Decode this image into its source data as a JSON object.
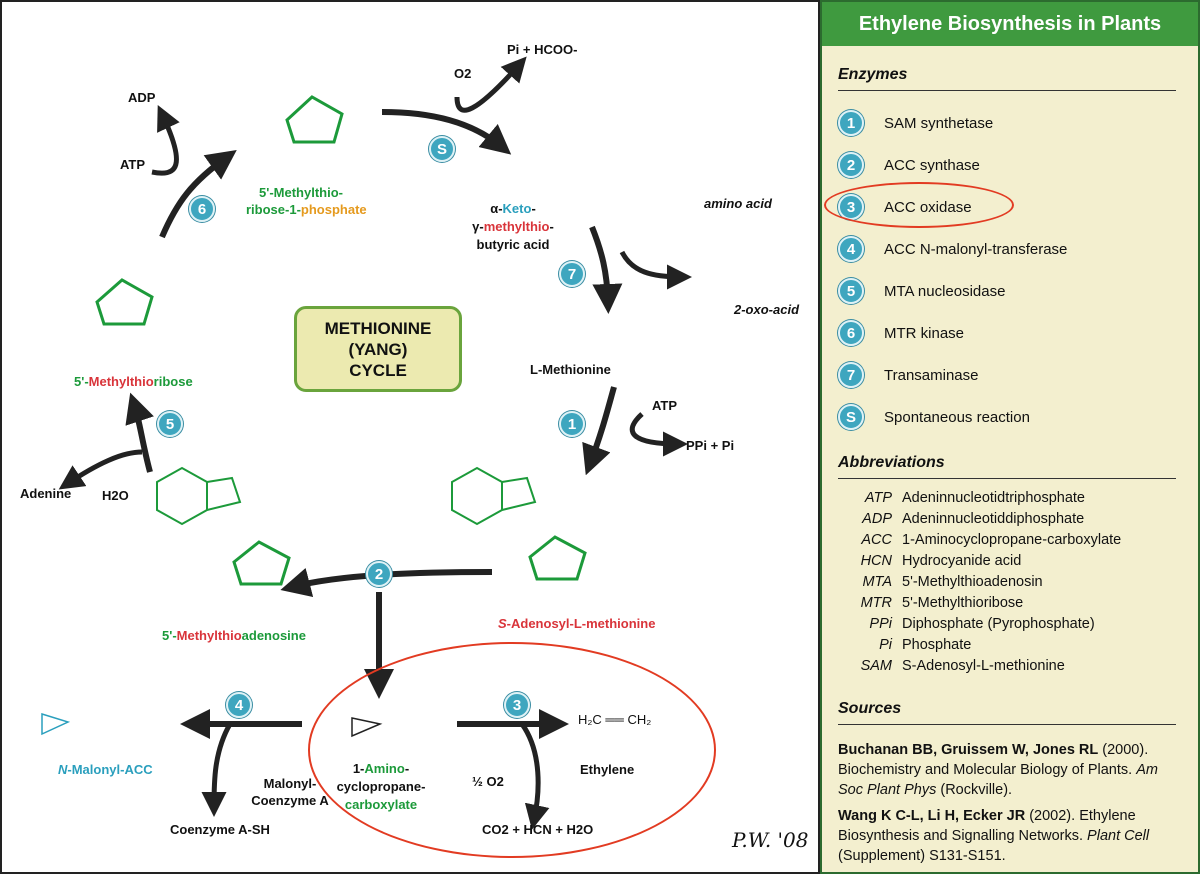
{
  "sidebar": {
    "title": "Ethylene Biosynthesis in Plants",
    "enzymes_heading": "Enzymes",
    "enzymes": [
      {
        "num": "1",
        "name": "SAM synthetase"
      },
      {
        "num": "2",
        "name": "ACC synthase"
      },
      {
        "num": "3",
        "name": "ACC oxidase"
      },
      {
        "num": "4",
        "name": "ACC N-malonyl-transferase"
      },
      {
        "num": "5",
        "name": "MTA nucleosidase"
      },
      {
        "num": "6",
        "name": "MTR kinase"
      },
      {
        "num": "7",
        "name": "Transaminase"
      },
      {
        "num": "S",
        "name": "Spontaneous reaction"
      }
    ],
    "abbreviations_heading": "Abbreviations",
    "abbreviations": [
      {
        "key": "ATP",
        "value": "Adeninnucleotidtriphosphate"
      },
      {
        "key": "ADP",
        "value": "Adeninnucleotiddiphosphate"
      },
      {
        "key": "ACC",
        "value": "1-Aminocyclopropane-carboxylate"
      },
      {
        "key": "HCN",
        "value": "Hydrocyanide acid"
      },
      {
        "key": "MTA",
        "value": "5'-Methylthioadenosin"
      },
      {
        "key": "MTR",
        "value": "5'-Methylthioribose"
      },
      {
        "key": "PPi",
        "value": "Diphosphate (Pyrophosphate)"
      },
      {
        "key": "Pi",
        "value": "Phosphate"
      },
      {
        "key": "SAM",
        "value": "S-Adenosyl-L-methionine"
      }
    ],
    "sources_heading": "Sources",
    "sources": [
      {
        "authors": "Buchanan BB, Gruissem W, Jones RL",
        "year": "(2000).",
        "title": "Biochemistry and Molecular Biology of Plants.",
        "journal": "Am Soc Plant Phys",
        "extra": "(Rockville)."
      },
      {
        "authors": "Wang K C-L, Li H, Ecker JR",
        "year": "(2002).",
        "title": "Ethylene Biosynthesis and Signalling Networks.",
        "journal": "Plant Cell",
        "extra": "(Supplement) S131-S151."
      }
    ]
  },
  "diagram": {
    "cycle_title": [
      "METHIONINE",
      "(YANG)",
      "CYCLE"
    ],
    "signature": "P.W. '08",
    "badges": {
      "b1": "1",
      "b2": "2",
      "b3": "3",
      "b4": "4",
      "b5": "5",
      "b6": "6",
      "b7": "7",
      "bs": "S"
    },
    "labels": {
      "mtr1p_a": "5'-Methylthio-",
      "mtr1p_b": "ribose-1-",
      "mtr1p_c": "phosphate",
      "kmb_a": "α-",
      "kmb_b": "Keto",
      "kmb_c": "-",
      "kmb_d": "γ-",
      "kmb_e": "methylthio",
      "kmb_f": "-",
      "kmb_g": "butyric acid",
      "mtr_a": "5'-",
      "mtr_b": "Methylthio",
      "mtr_c": "ribose",
      "met": "L-Methionine",
      "mta_a": "5'-",
      "mta_b": "Methylthio",
      "mta_c": "adenosine",
      "sam_a": "S",
      "sam_b": "-Adenosyl-L-methionine",
      "acc_a": "1-",
      "acc_b": "Amino",
      "acc_c": "-",
      "acc_d": "cyclopropane-",
      "acc_e": "carboxylate",
      "macc_a": "N",
      "macc_b": "-Malonyl-",
      "macc_c": "ACC",
      "ethylene": "Ethylene",
      "atp1": "ATP",
      "adp": "ADP",
      "o2": "O2",
      "pi_hcoo": "Pi + HCOO-",
      "amino_acid": "amino acid",
      "oxo_acid": "2-oxo-acid",
      "atp2": "ATP",
      "ppi_pi": "PPi + Pi",
      "adenine": "Adenine",
      "h2o": "H2O",
      "malonyl_a": "Malonyl-",
      "malonyl_b": "Coenzyme A",
      "coa": "Coenzyme A-SH",
      "half_o2": "½ O2",
      "products": "CO2 + HCN + H2O"
    }
  }
}
